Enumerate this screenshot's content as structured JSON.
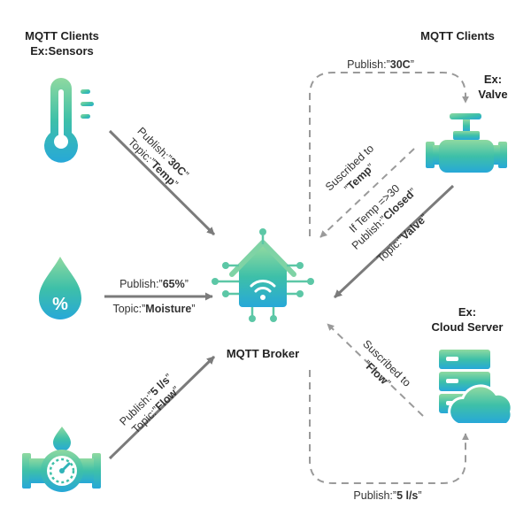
{
  "headings": {
    "left_clients": "MQTT Clients",
    "left_clients_example": "Ex:Sensors",
    "right_clients": "MQTT Clients",
    "valve_ex": "Ex:",
    "valve_name": "Valve",
    "cloud_ex": "Ex:",
    "cloud_name": "Cloud Server",
    "broker": "MQTT Broker"
  },
  "temp_link": {
    "publish_prefix": "Publish:”",
    "publish_value": "30C",
    "publish_suffix": "”",
    "topic_prefix": "Topic:”",
    "topic_value": "Temp",
    "topic_suffix": "”"
  },
  "moisture_link": {
    "publish_prefix": "Publish:”",
    "publish_value": "65%",
    "publish_suffix": "”",
    "topic_prefix": "Topic:”",
    "topic_value": "Moisture",
    "topic_suffix": "”"
  },
  "flow_link": {
    "publish_prefix": "Publish:”",
    "publish_value": "5 l/s",
    "publish_suffix": "”",
    "topic_prefix": "Topic:”",
    "topic_value": "Flow",
    "topic_suffix": "”"
  },
  "valve_subscription": {
    "line1": "Suscribed to",
    "topic_prefix": "”",
    "topic_value": "Temp",
    "topic_suffix": "”"
  },
  "valve_publish": {
    "condition": "If Temp =>30",
    "publish_prefix": "Publish:”",
    "publish_value": "Closed",
    "publish_suffix": "”",
    "topic_prefix": "Topic:”",
    "topic_value": "Valve",
    "topic_suffix": "”"
  },
  "cloud_subscription": {
    "line1": "Suscribed to",
    "topic_prefix": "”",
    "topic_value": "Flow",
    "topic_suffix": "”"
  },
  "top_delivery": {
    "prefix": "Publish:”",
    "value": "30C",
    "suffix": "”"
  },
  "bottom_delivery": {
    "prefix": "Publish:”",
    "value": "5 l/s",
    "suffix": "”"
  },
  "icons": {
    "sensor_temp": "thermometer-icon",
    "sensor_moisture": "water-drop-percent-icon",
    "sensor_flow": "flow-meter-icon",
    "broker": "smart-home-wifi-icon",
    "valve": "valve-icon",
    "cloud": "cloud-server-icon"
  },
  "colors": {
    "gradient_top": "#8fd9a0",
    "gradient_mid": "#3ec0a8",
    "gradient_bottom": "#27a8d8",
    "arrow_solid": "#7b7b7b",
    "arrow_dashed": "#9a9a9a",
    "text": "#333333"
  }
}
